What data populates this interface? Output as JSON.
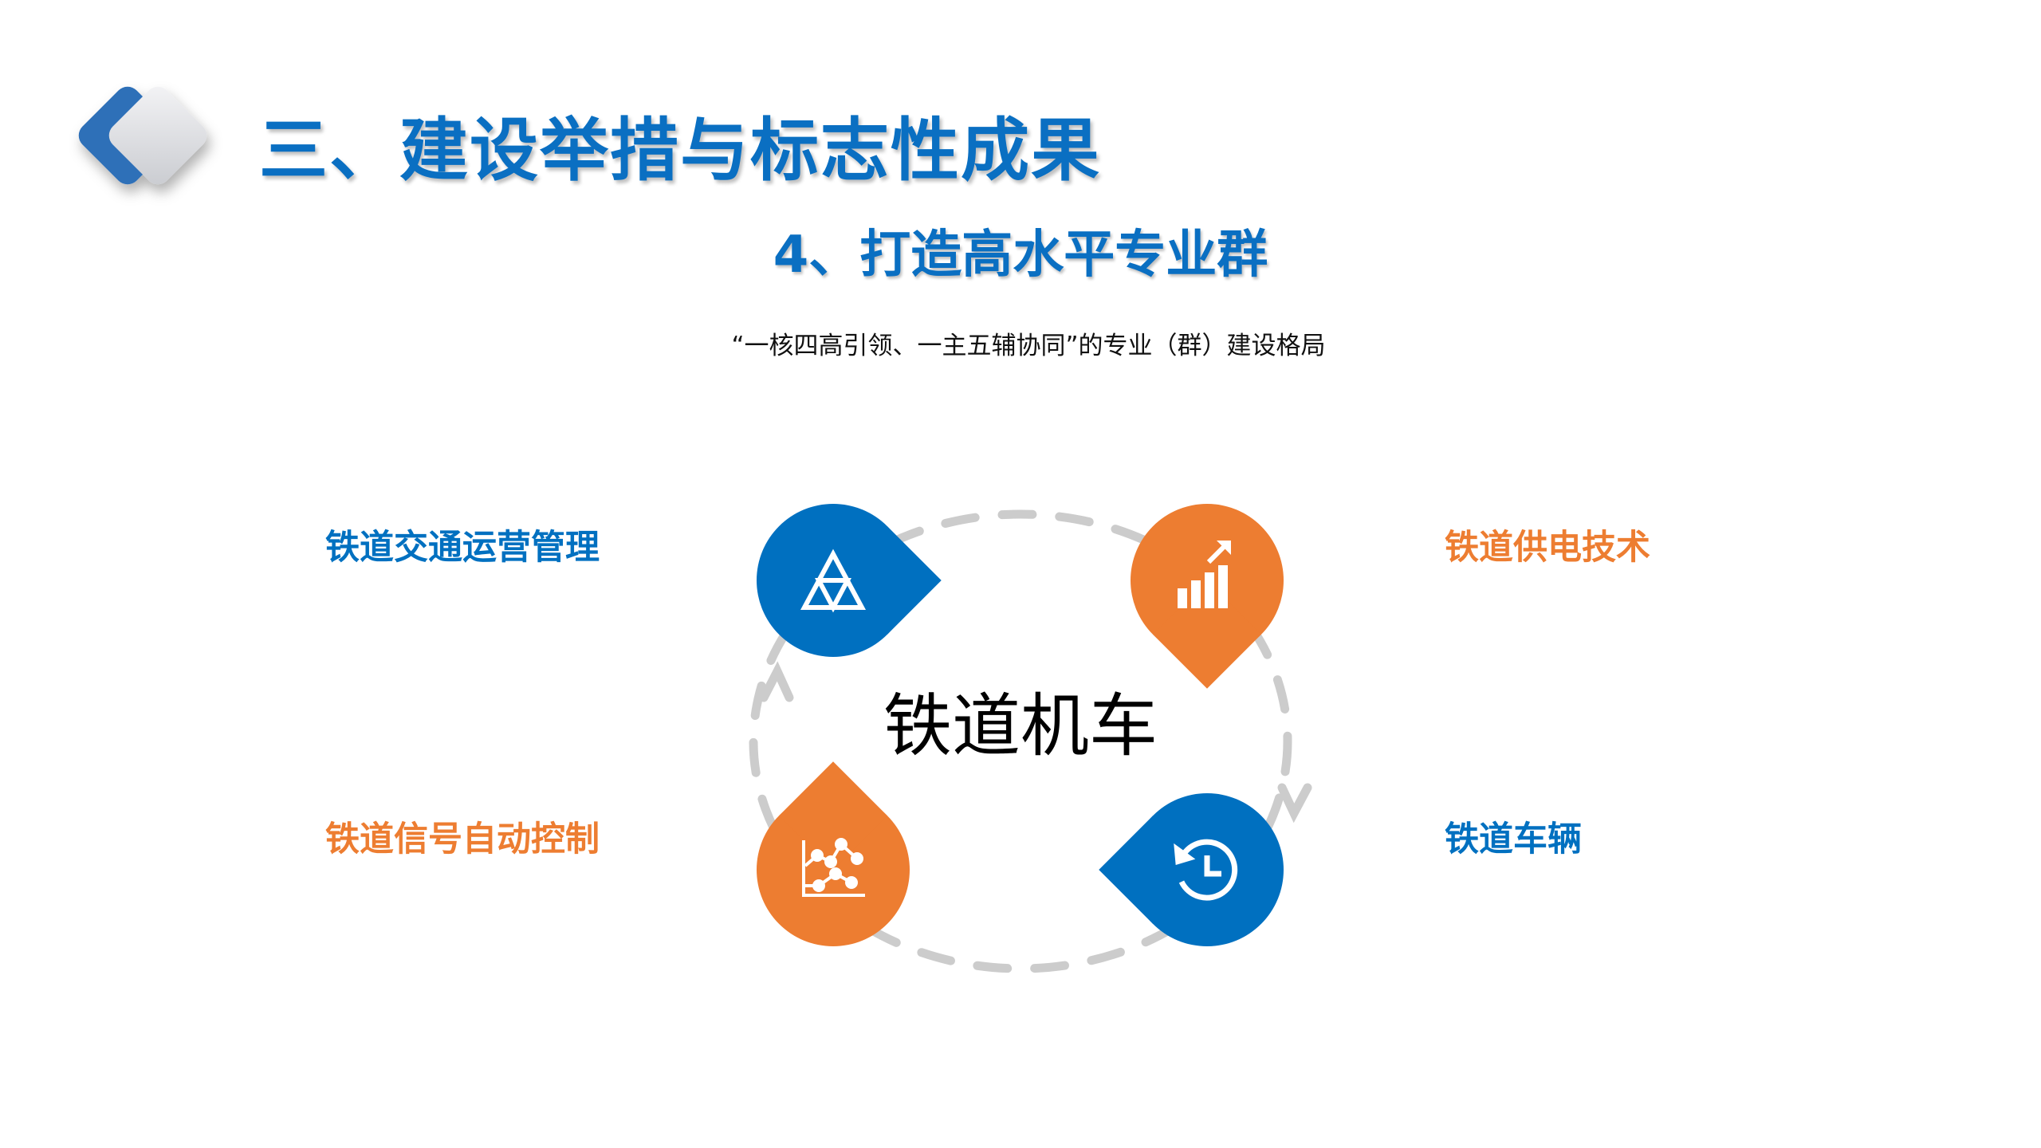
{
  "header": {
    "title": "三、建设举措与标志性成果",
    "subtitle": "4、打造高水平专业群",
    "caption": "“一核四高引领、一主五辅协同”的专业（群）建设格局"
  },
  "diagram": {
    "center_label": "铁道机车",
    "items": [
      {
        "label": "铁道交通运营管理",
        "icon": "triangle-network-icon",
        "color": "#0070c0"
      },
      {
        "label": "铁道供电技术",
        "icon": "growth-bar-chart-icon",
        "color": "#ed7d31"
      },
      {
        "label": "铁道信号自动控制",
        "icon": "line-chart-icon",
        "color": "#ed7d31"
      },
      {
        "label": "铁道车辆",
        "icon": "history-clock-icon",
        "color": "#0070c0"
      }
    ]
  },
  "colors": {
    "blue": "#0070c0",
    "orange": "#ed7d31",
    "title_blue": "#0a6fc2",
    "dash_gray": "#cccccc"
  }
}
